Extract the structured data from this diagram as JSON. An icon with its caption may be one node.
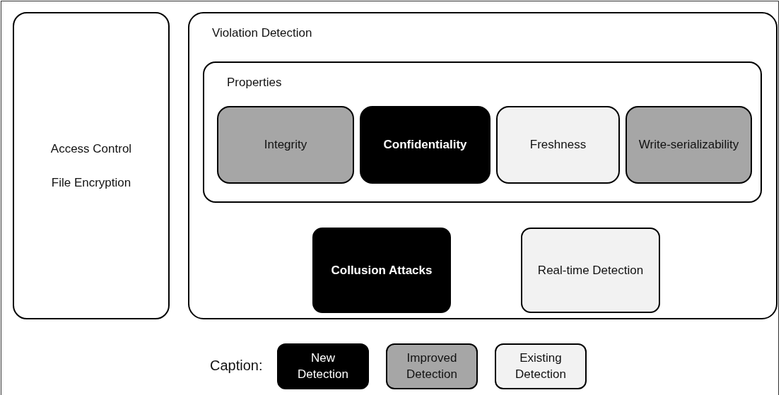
{
  "diagram": {
    "nodes": [
      {
        "text": [
          "Access Control",
          "File Encryption"
        ]
      },
      {
        "text": [
          "Violation Detection"
        ]
      },
      {
        "text": [
          "Properties"
        ],
        "in": 1
      },
      {
        "text": [
          "Integrity"
        ],
        "in": 2
      },
      {
        "text": [
          "Confidentiality"
        ],
        "in": 2
      },
      {
        "text": [
          "Freshness"
        ],
        "in": 2
      },
      {
        "text": [
          "Write-serializability"
        ],
        "in": 2
      },
      {
        "text": [
          "Collusion Attacks"
        ],
        "in": 1
      },
      {
        "text": [
          "Real-time Detection"
        ],
        "in": 1
      }
    ],
    "labels": [
      "Caption:"
    ],
    "legend": [
      {
        "text": "New Detection",
        "color": "#000000"
      },
      {
        "text": "Improved Detection",
        "color": "#a6a6a6"
      },
      {
        "text": "Existing Detection",
        "color": "#f2f2f2"
      }
    ]
  }
}
